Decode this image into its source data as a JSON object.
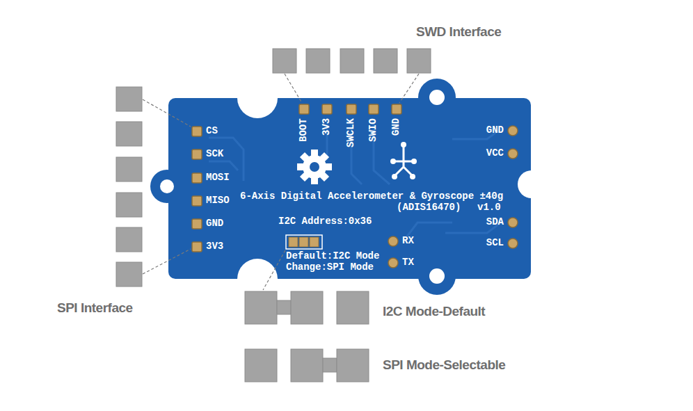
{
  "diagram": {
    "labels": [
      "SWD Interface",
      "BOOT",
      "3V3",
      "SWCLK",
      "SWIO",
      "GND",
      "CS",
      "SCK",
      "MOSI",
      "MISO",
      "GND",
      "3V3",
      "GND",
      "VCC",
      "6-Axis Digital Accelerometer & Gyroscope ±40g",
      "(ADIS16470)",
      "v1.0",
      "SDA",
      "SCL",
      "I2C Address:0x36",
      "RX",
      "Default:I2C Mode",
      "Change:SPI Mode",
      "TX",
      "SPI Interface",
      "I2C Mode-Default",
      "SPI Mode-Selectable"
    ]
  }
}
